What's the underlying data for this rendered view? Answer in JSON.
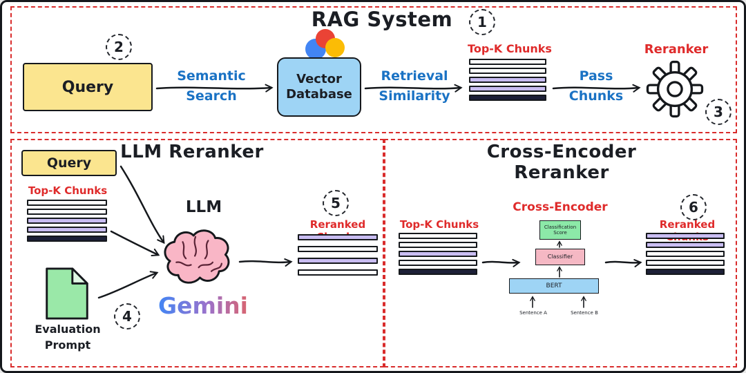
{
  "colors": {
    "white": "#ffffff",
    "lavender": "#c9bdf2",
    "dark": "#1d2038",
    "red_accent": "#df2b2b",
    "blue_accent": "#1a72c4",
    "yellow_box": "#fbe58f",
    "blue_box": "#9ed4f5",
    "green_doc": "#9ae8a8",
    "pink_brain": "#f9b6c6",
    "score_box": "#8ce9a8",
    "classifier_box": "#f5b8c4",
    "bert_box": "#9ed4f5"
  },
  "rag": {
    "title": "RAG System",
    "badge": "1",
    "query_label": "Query",
    "query_badge": "2",
    "semantic_search": [
      "Semantic",
      "Search"
    ],
    "vector_db": [
      "Vector",
      "Database"
    ],
    "retrieval_similarity": [
      "Retrieval",
      "Similarity"
    ],
    "topk_label": "Top-K Chunks",
    "topk_chunks": [
      "white",
      "white",
      "lavender",
      "lavender",
      "dark"
    ],
    "pass_chunks": [
      "Pass",
      "Chunks"
    ],
    "reranker_label": "Reranker",
    "reranker_badge": "3"
  },
  "llm": {
    "title": "LLM Reranker",
    "query_label": "Query",
    "topk_label": "Top-K Chunks",
    "topk_chunks": [
      "white",
      "white",
      "lavender",
      "lavender",
      "dark"
    ],
    "doc_label": [
      "Evaluation",
      "Prompt"
    ],
    "doc_badge": "4",
    "llm_label": "LLM",
    "gemini_label": "Gemini",
    "reranked_label": "Reranked Chunks",
    "reranked_badge": "5",
    "reranked_chunks": [
      "lavender",
      "white",
      "lavender",
      "white"
    ]
  },
  "ce": {
    "title": "Cross-Encoder Reranker",
    "topk_label": "Top-K Chunks",
    "topk_chunks": [
      "white",
      "white",
      "lavender",
      "white",
      "dark"
    ],
    "ce_label": "Cross-Encoder",
    "score_label": [
      "Classification",
      "Score"
    ],
    "classifier_label": "Classifier",
    "bert_label": "BERT",
    "sentence_a": "Sentence A",
    "sentence_b": "Sentence B",
    "badge": "6",
    "reranked_label": "Reranked Chunks",
    "reranked_chunks": [
      "lavender",
      "lavender",
      "white",
      "white",
      "dark"
    ]
  }
}
